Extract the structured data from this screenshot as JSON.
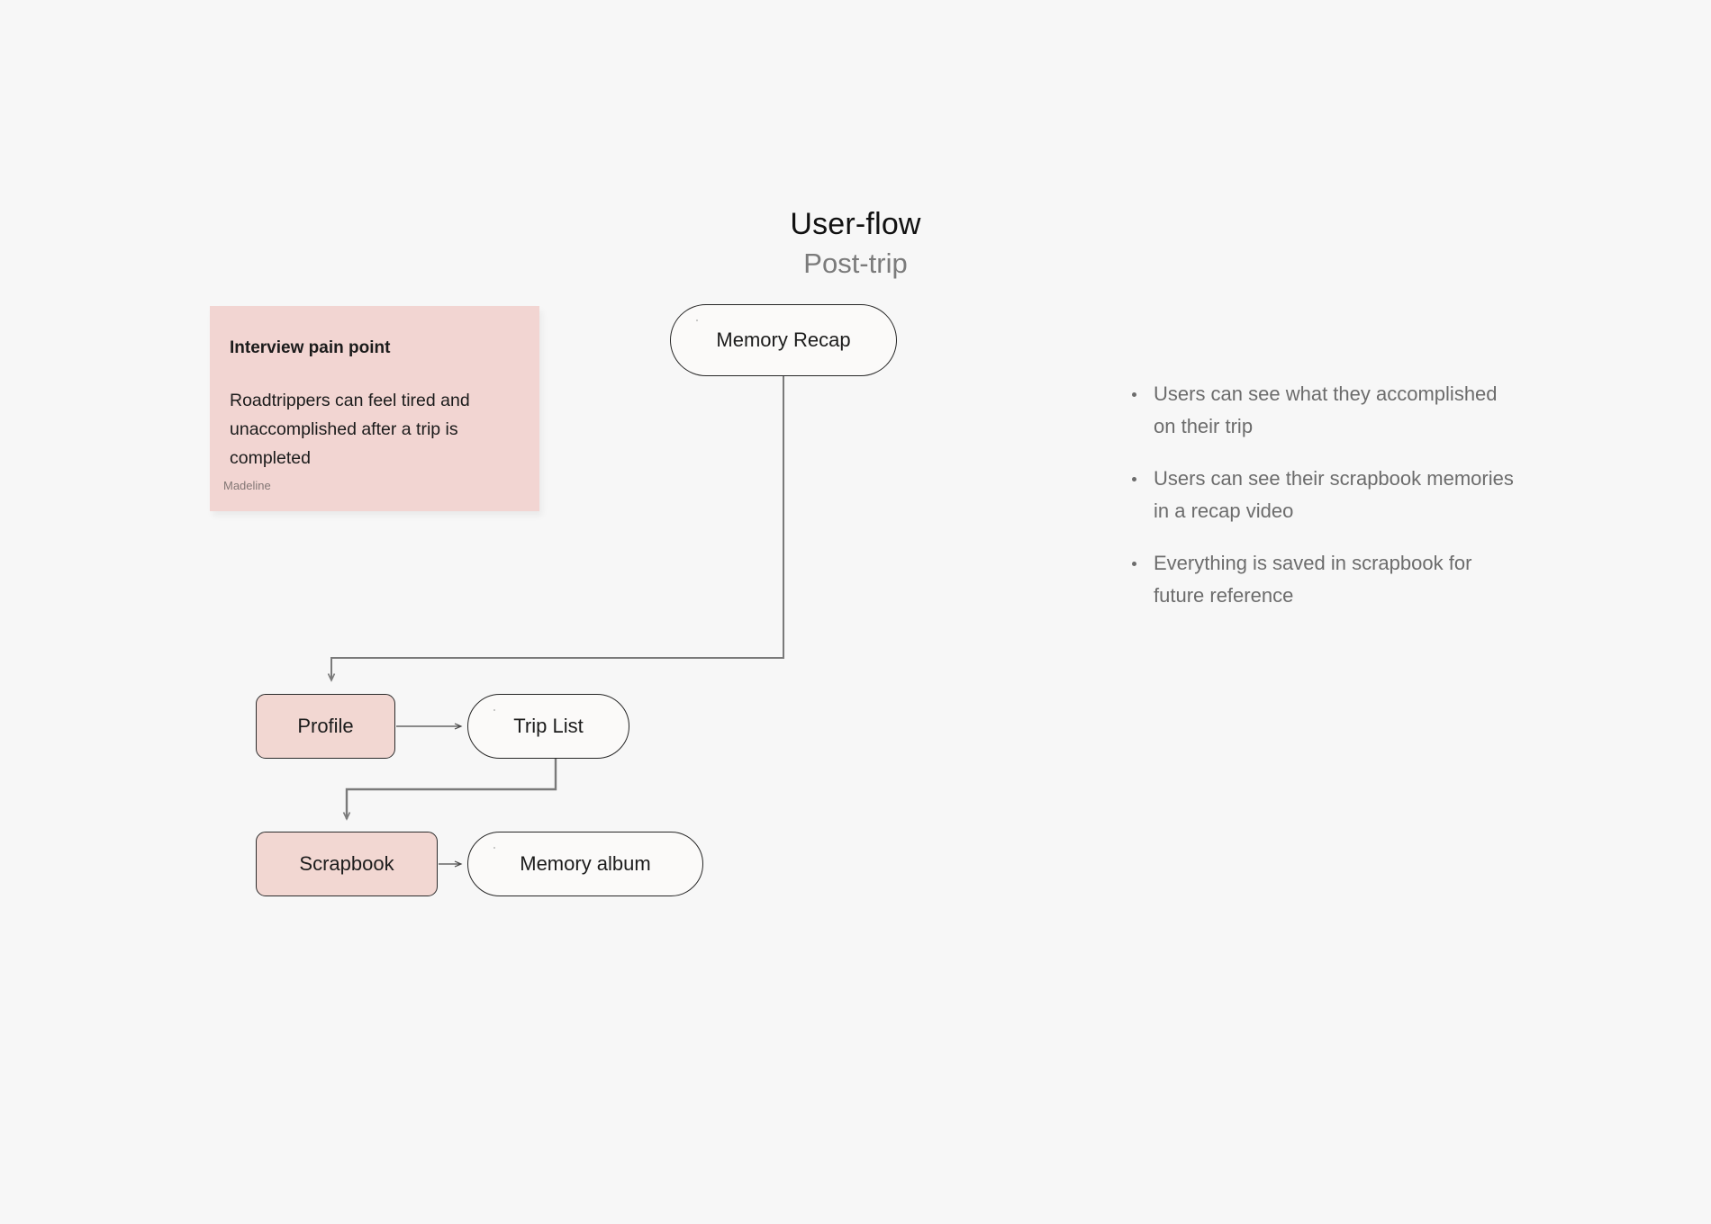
{
  "background_color": "#f7f7f7",
  "header": {
    "title": "User-flow",
    "subtitle": "Post-trip"
  },
  "painpoint_card": {
    "label": "Interview pain point",
    "body": "Roadtrippers can feel tired and unaccomplished after a trip is completed",
    "author": "Madeline",
    "background_color": "#f2d5d2"
  },
  "flow": {
    "nodes": [
      {
        "id": "memory-recap",
        "label": "Memory Recap",
        "shape": "pill",
        "fill": "#fbfaf9"
      },
      {
        "id": "profile",
        "label": "Profile",
        "shape": "rect",
        "fill": "#f2d7d2"
      },
      {
        "id": "trip-list",
        "label": "Trip List",
        "shape": "pill",
        "fill": "#fbfaf9"
      },
      {
        "id": "scrapbook",
        "label": "Scrapbook",
        "shape": "rect",
        "fill": "#f2d7d2"
      },
      {
        "id": "memory-album",
        "label": "Memory album",
        "shape": "pill",
        "fill": "#fbfaf9"
      }
    ],
    "edges": [
      {
        "from": "memory-recap",
        "to": "profile",
        "style": "elbow-arrow"
      },
      {
        "from": "profile",
        "to": "trip-list",
        "style": "straight-arrow"
      },
      {
        "from": "trip-list",
        "to": "scrapbook",
        "style": "elbow-arrow"
      },
      {
        "from": "scrapbook",
        "to": "memory-album",
        "style": "straight-arrow"
      }
    ],
    "connector_color": "#7a7a7a",
    "node_border_color": "#262626"
  },
  "outcomes": {
    "items": [
      "Users can see what they accomplished on their trip",
      "Users can see their scrapbook memories in a recap video",
      "Everything is saved in scrapbook for future reference"
    ],
    "text_color": "#6c6c6c"
  }
}
